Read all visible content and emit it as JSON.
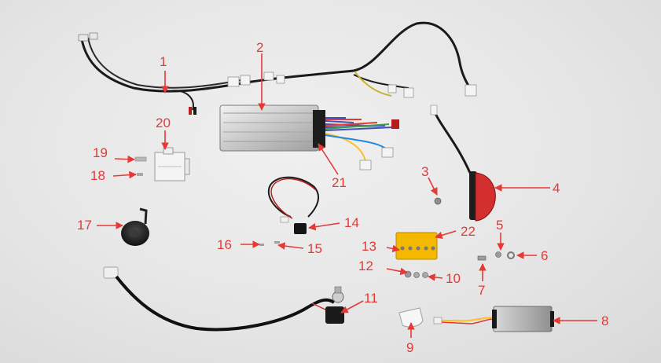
{
  "callouts": {
    "n1": "1",
    "n2": "2",
    "n3": "3",
    "n4": "4",
    "n5": "5",
    "n6": "6",
    "n7": "7",
    "n8": "8",
    "n9": "9",
    "n10": "10",
    "n11": "11",
    "n12": "12",
    "n13": "13",
    "n14": "14",
    "n15": "15",
    "n16": "16",
    "n17": "17",
    "n18": "18",
    "n19": "19",
    "n20": "20",
    "n21": "21",
    "n22": "22"
  },
  "colors": {
    "callout": "#e53935",
    "background": "#e9e9e9"
  }
}
